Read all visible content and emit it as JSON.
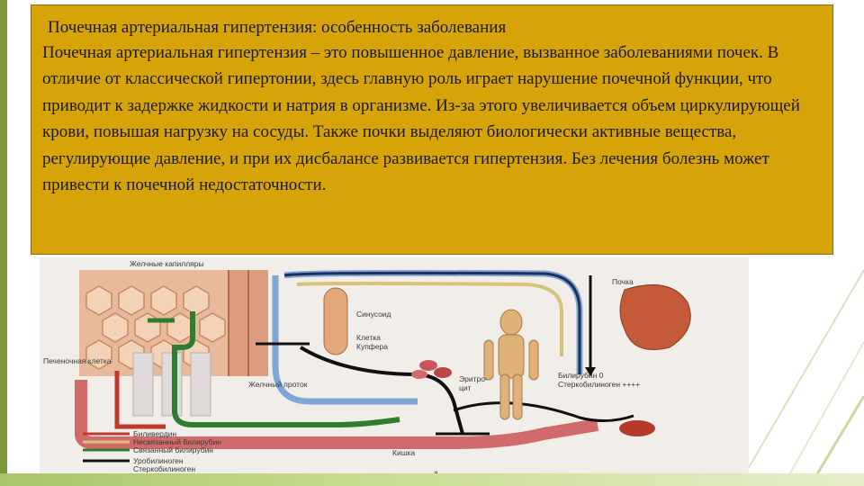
{
  "slide": {
    "title": "Почечная артериальная гипертензия: особенность заболевания",
    "body": "Почечная артериальная гипертензия – это повышенное давление, вызванное заболеваниями почек. В отличие от классической гипертонии, здесь главную роль играет нарушение почечной функции, что приводит к задержке жидкости и натрия в организме. Из-за этого увеличивается объем циркулирующей крови, повышая нагрузку на сосуды. Также почки выделяют биологически активные вещества, регулирующие давление, и при их дисбалансе развивается гипертензия. Без лечения болезнь может привести к почечной недостаточности."
  },
  "figure": {
    "labels": {
      "capillaries": "Желчные капилляры",
      "hepatocyte": "Печеночная клетка",
      "sinusoid": "Синусоид",
      "kupffer_1": "Клетка",
      "kupffer_2": "Купфера",
      "bile_duct": "Желчный проток",
      "erythrocyte_1": "Эритро-",
      "erythrocyte_2": "цит",
      "kidney": "Почка",
      "kidney_out_1": "Билирубин 0",
      "kidney_out_2": "Стеркобилиноген ++++",
      "intestine": "Кишка",
      "letter": "а"
    },
    "legend": [
      {
        "label": "Биливердин",
        "color": "#c0392b"
      },
      {
        "label": "Несвязанный билирубин",
        "color": "#d9c27a"
      },
      {
        "label": "Связанный билирубин",
        "color": "#2e7d32"
      },
      {
        "label": "Уробилиноген",
        "color": "#111111"
      },
      {
        "label": "Стеркобилиноген",
        "color": "#111111"
      }
    ]
  },
  "colors": {
    "textbox_fill": "#d6a308",
    "accent_green": "#7a9a3a"
  }
}
